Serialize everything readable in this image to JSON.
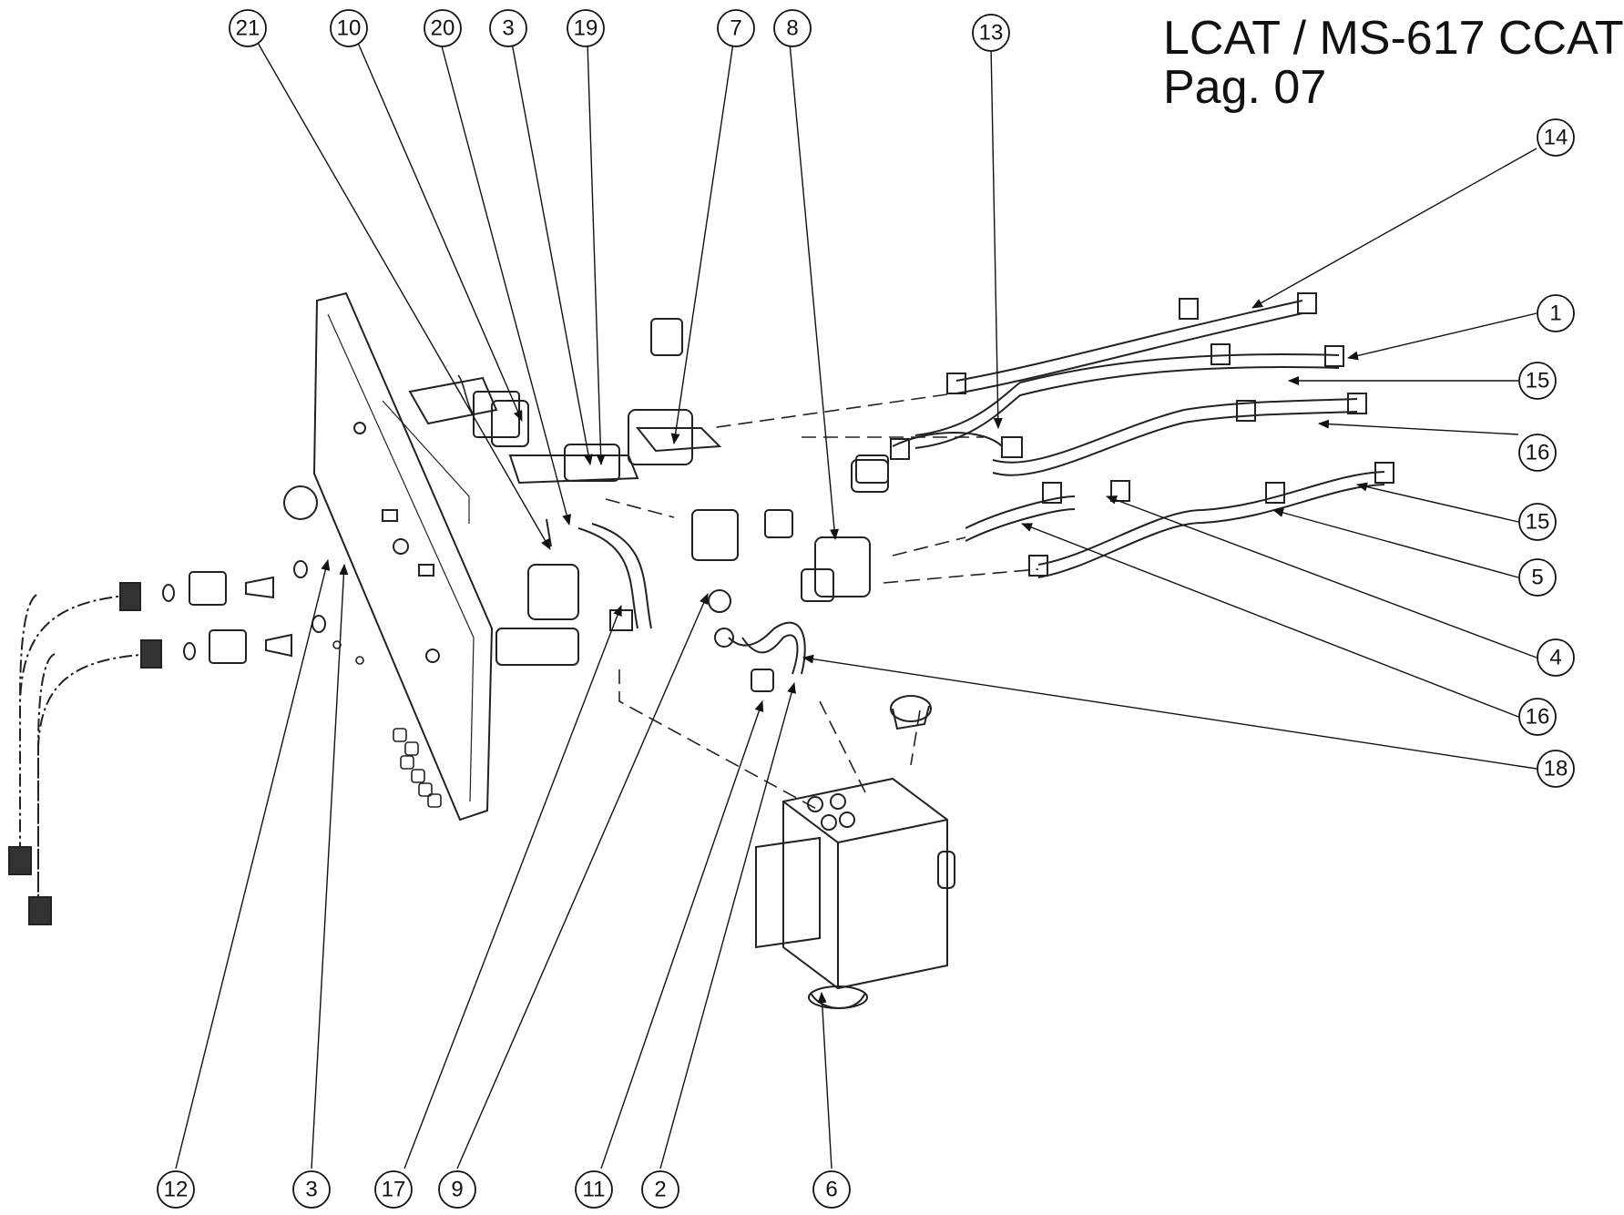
{
  "title": {
    "line1": "LCAT / MS-617 CCAT",
    "line2": "Pag. 07"
  },
  "callouts_top": [
    "21",
    "10",
    "20",
    "3",
    "19",
    "7",
    "8",
    "13"
  ],
  "callouts_right": [
    "14",
    "1",
    "15",
    "16",
    "15",
    "5",
    "4",
    "16",
    "18"
  ],
  "callouts_bottom": [
    "12",
    "3",
    "17",
    "9",
    "11",
    "2",
    "6"
  ]
}
